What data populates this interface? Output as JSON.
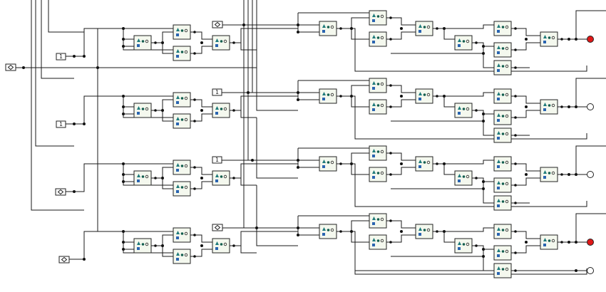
{
  "inputs": [
    {
      "kind": "toggle",
      "label": "1"
    },
    {
      "kind": "toggle",
      "label": "1"
    },
    {
      "kind": "clock",
      "label": ""
    },
    {
      "kind": "clock",
      "label": ""
    },
    {
      "kind": "clock",
      "label": ""
    },
    {
      "kind": "toggle",
      "label": "1"
    },
    {
      "kind": "toggle",
      "label": "1"
    },
    {
      "kind": "clock",
      "label": ""
    },
    {
      "kind": "clock",
      "label": ""
    }
  ],
  "outputs": [
    {
      "state": "on"
    },
    {
      "state": "off"
    },
    {
      "state": "off"
    },
    {
      "state": "on"
    },
    {
      "state": "off"
    }
  ],
  "colors": {
    "led_on": "#e01818",
    "led_off": "#ffffff",
    "wire": "#1a1a1a",
    "gate_fill": "#f4f8ee"
  }
}
